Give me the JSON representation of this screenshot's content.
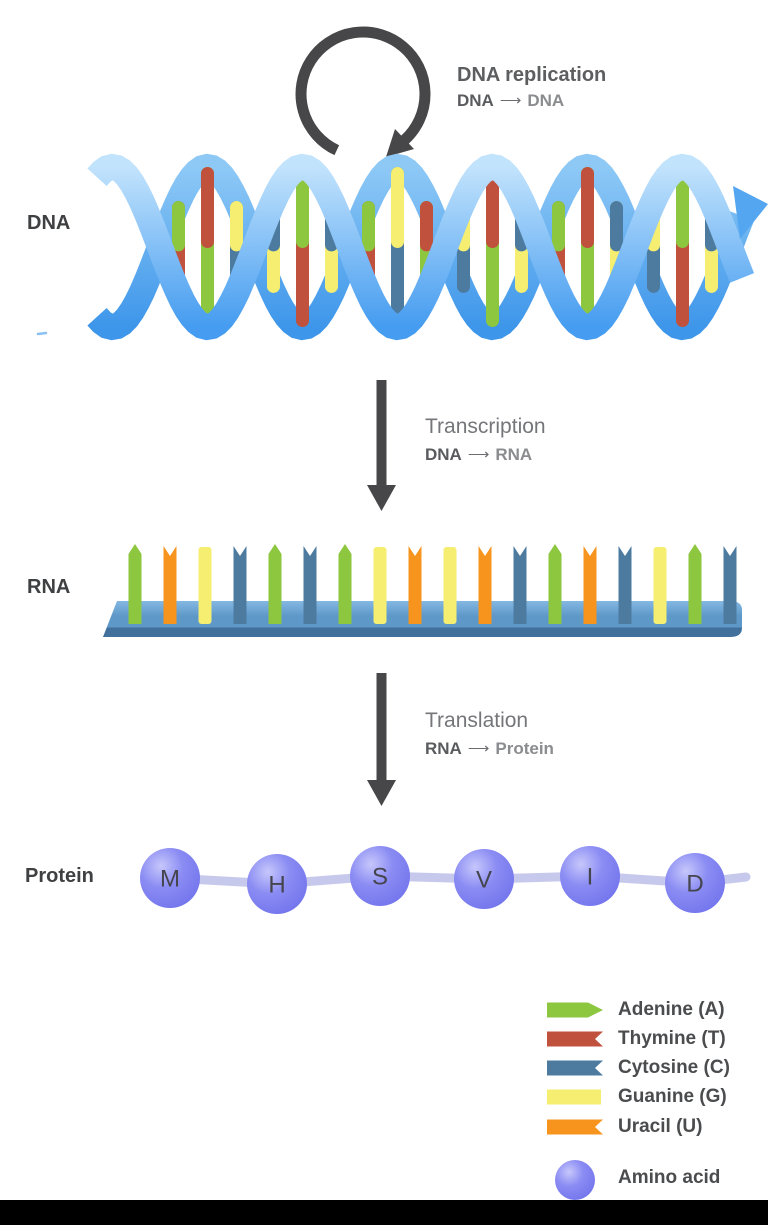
{
  "row_labels": {
    "dna": "DNA",
    "rna": "RNA",
    "protein": "Protein"
  },
  "stages": {
    "replication": {
      "title": "DNA replication",
      "source": "DNA",
      "product": "DNA"
    },
    "transcription": {
      "title": "Transcription",
      "source": "DNA",
      "product": "RNA"
    },
    "translation": {
      "title": "Translation",
      "source": "RNA",
      "product": "Protein"
    }
  },
  "icons": {
    "long_right_arrow": "⟶"
  },
  "dna": {
    "sequence": "ATGCACAGTGTCATCGAC"
  },
  "rna": {
    "sequence": "AUGCACAGUGUCAUCGAC"
  },
  "protein": {
    "residues": [
      "M",
      "H",
      "S",
      "V",
      "I",
      "D"
    ]
  },
  "base_colors": {
    "A": "#8dc63f",
    "T": "#c0513c",
    "C": "#4d7ba0",
    "G": "#f5ee71",
    "U": "#f7941d"
  },
  "complement": {
    "A": "T",
    "T": "A",
    "G": "C",
    "C": "G"
  },
  "legend": {
    "items": [
      {
        "label": "Adenine (A)",
        "base": "A",
        "shape": "arrow"
      },
      {
        "label": "Thymine (T)",
        "base": "T",
        "shape": "notch"
      },
      {
        "label": "Cytosine (C)",
        "base": "C",
        "shape": "notch"
      },
      {
        "label": "Guanine (G)",
        "base": "G",
        "shape": "flat"
      },
      {
        "label": "Uracil (U)",
        "base": "U",
        "shape": "notch"
      }
    ],
    "amino_acid_label": "Amino acid"
  },
  "colors": {
    "arrow_dark": "#474749",
    "helix_front_top": "#c2e3fc",
    "helix_front_bottom": "#459cf0",
    "helix_back_top": "#8ec9f6",
    "helix_back_bottom": "#3e96ea",
    "helix_tip": "#55a6f0",
    "rna_bar_top": "#84b8e3",
    "rna_bar_mid": "#5e98c8",
    "rna_bar_dark": "#41709d",
    "sphere_highlight": "#c6c7fb",
    "sphere_mid": "#8b8cf3",
    "sphere_deep": "#7173ec",
    "sphere_text": "#45454e",
    "connector": "#c7c9ec",
    "dash_blue": "#8bc1f2",
    "bottom_bar": "#000000"
  }
}
